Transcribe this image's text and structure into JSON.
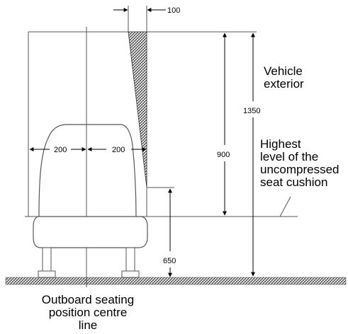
{
  "dimensions": {
    "gap_top": "100",
    "height_total": "1350",
    "height_above_cushion": "900",
    "half_width_left": "200",
    "half_width_right": "200",
    "cushion_height": "650"
  },
  "labels": {
    "vehicle_exterior_line1": "Vehicle",
    "vehicle_exterior_line2": "exterior",
    "highest_level_line1": "Highest",
    "highest_level_line2": "level of the",
    "highest_level_line3": "uncompressed",
    "highest_level_line4": "seat cushion",
    "centre_line_line1": "Outboard seating",
    "centre_line_line2": "position centre",
    "centre_line_line3": "line"
  }
}
